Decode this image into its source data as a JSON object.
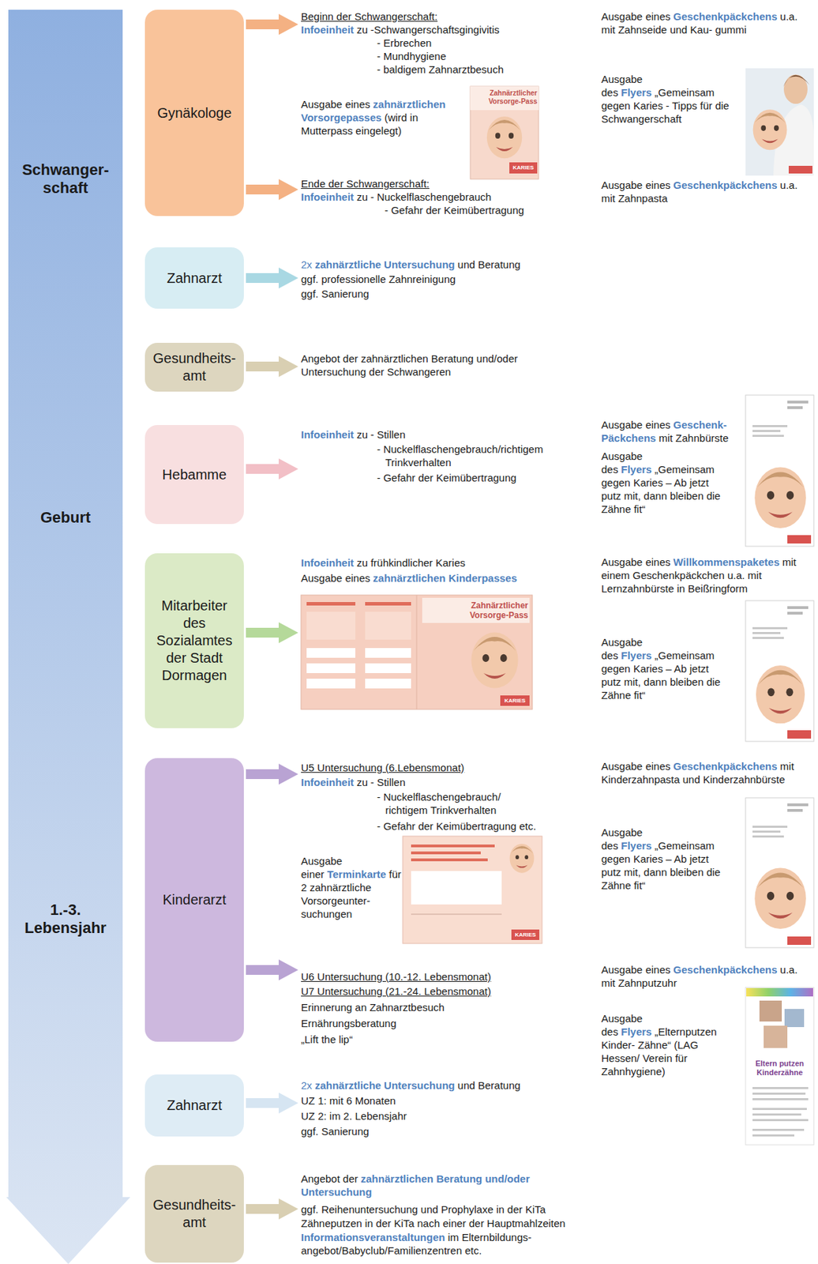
{
  "diagram": {
    "nodes": [
      {
        "text": [
          "Schwanger- schaft",
          "Geburt",
          "1.-3. Lebensjahr"
        ]
      },
      {
        "text": [
          "Gynäkologe"
        ]
      },
      {
        "text": [
          "Zahnarzt"
        ]
      },
      {
        "text": [
          "Gesundheits- amt"
        ]
      },
      {
        "text": [
          "Hebamme"
        ]
      },
      {
        "text": [
          "Mitarbeiter des Sozialamtes der Stadt Dormagen"
        ]
      },
      {
        "text": [
          "Kinderarzt"
        ]
      },
      {
        "text": [
          "Zahnarzt"
        ]
      },
      {
        "text": [
          "Gesundheits- amt"
        ]
      }
    ],
    "labels": [
      "Beginn der Schwangerschaft:",
      "Infoeinheit",
      "zu",
      "-Schwangerschaftsgingivitis",
      "- Erbrechen",
      "- Mundhygiene",
      "- baldigem Zahnarztbesuch",
      "Ausgabe eines",
      "zahnärztlichen Vorsorgepasses",
      "(wird in Mutterpass eingelegt)",
      "Zahnärztlicher Vorsorge-Pass",
      "KARIES",
      "Ende der Schwangerschaft:",
      "Infoeinheit",
      "zu",
      "- Nuckelflaschengebrauch",
      "- Gefahr der Keimübertragung",
      "Ausgabe eines",
      "Geschenkpäckchens",
      "u.a. mit Zahnseide und Kau- gummi",
      "Ausgabe des",
      "Flyers",
      "„Gemeinsam gegen Karies - Tipps für die Schwangerschaft",
      "Ausgabe eines",
      "Geschenkpäckchens",
      "u.a. mit Zahnpasta",
      "2x",
      "zahnärztliche Untersuchung",
      "und Beratung",
      "ggf. professionelle Zahnreinigung",
      "ggf. Sanierung",
      "Angebot der zahnärztlichen Beratung und/oder Untersuchung der Schwangeren",
      "Infoeinheit",
      "zu",
      "- Stillen",
      "- Nuckelflaschengebrauch/richtigem Trinkverhalten",
      "- Gefahr der Keimübertragung",
      "Ausgabe eines",
      "Geschenk- Päckchens",
      "mit Zahnbürste",
      "Ausgabe des",
      "Flyers",
      "„Gemeinsam gegen Karies – Ab jetzt putz mit, dann bleiben die Zähne fit“",
      "Infoeinheit",
      "zu frühkindlicher Karies",
      "Ausgabe eines",
      "zahnärztlichen Kinderpasses",
      "Zahnärztlicher Vorsorge-Pass",
      "KARIES",
      "Ausgabe eines",
      "Willkommenspaketes",
      "mit einem Geschenkpäckchen u.a. mit Lernzahnbürste in Beißringform",
      "Ausgabe des",
      "Flyers",
      "„Gemeinsam gegen Karies – Ab jetzt putz mit, dann bleiben die Zähne fit“",
      "U5 Untersuchung (6.Lebensmonat)",
      "Infoeinheit",
      "zu",
      "- Stillen",
      "- Nuckelflaschengebrauch/ richtigem Trinkverhalten",
      "- Gefahr der Keimübertragung etc.",
      "Ausgabe einer",
      "Terminkarte",
      "für 2 zahnärztliche Vorsorgeunter- suchungen",
      "KARIES",
      "U6 Untersuchung (10.-12. Lebensmonat)",
      "U7 Untersuchung (21.-24. Lebensmonat)",
      "Erinnerung an Zahnarztbesuch",
      "Ernährungsberatung",
      "„Lift the lip“",
      "Ausgabe eines",
      "Geschenkpäckchens",
      "mit Kinderzahnpasta und Kinderzahnbürste",
      "Ausgabe des",
      "Flyers",
      "„Gemeinsam gegen Karies – Ab jetzt putz mit, dann bleiben die Zähne fit“",
      "Ausgabe eines",
      "Geschenkpäckchens",
      "u.a. mit Zahnputzuhr",
      "Ausgabe des",
      "Flyers",
      "„Elternputzen Kinder- Zähne“ (LAG Hessen/ Verein für Zahnhygiene)",
      "Eltern putzen Kinderzähne",
      "2x",
      "zahnärztliche Untersuchung",
      "und Beratung",
      "UZ 1: mit 6 Monaten",
      "UZ 2: im 2. Lebensjahr",
      "ggf. Sanierung",
      "Angebot der",
      "zahnärztlichen Beratung und/oder Untersuchung",
      "ggf. Reihenuntersuchung und Prophylaxe in der KiTa",
      "Zähneputzen in der KiTa nach einer der Hauptmahlzeiten",
      "Informationsveranstaltungen",
      "im Elternbildungs- angebot/Babyclub/Familienzentren etc."
    ]
  }
}
